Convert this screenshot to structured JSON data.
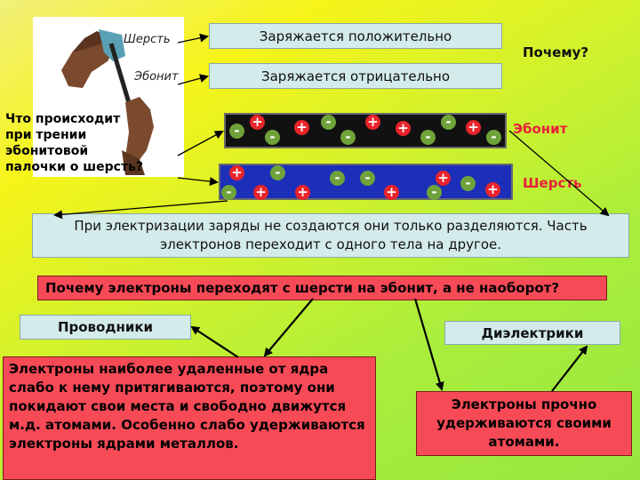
{
  "photo": {
    "wool_label": "Шерсть",
    "ebonite_label": "Эбонит"
  },
  "top": {
    "positive": "Заряжается положительно",
    "negative": "Заряжается отрицательно",
    "why": "Почему?"
  },
  "question_left": "Что происходит при трении эбонитовой палочки о шерсть?",
  "strips": {
    "ebonite_label": "Эбонит",
    "wool_label": "Шерсть",
    "ebonite_charges": [
      "+",
      "-",
      "-",
      "+",
      "-",
      "-",
      "+",
      "+",
      "-",
      "-",
      "+",
      "-",
      "+"
    ],
    "wool_charges": [
      "+",
      "-",
      "-",
      "+",
      "-",
      "+",
      "-",
      "+",
      "-",
      "+",
      "-",
      "+"
    ]
  },
  "explanation": "При электризации заряды не создаются они только разделяются. Часть электронов переходит с одного тела на другое.",
  "question_bar": "Почему электроны переходят с шерсти на эбонит, а не наоборот?",
  "conductors": {
    "label": "Проводники"
  },
  "dielectrics": {
    "label": "Диэлектрики"
  },
  "metal_text": "Электроны наиболее удаленные от ядра слабо к нему притягиваются, поэтому они покидают свои места и свободно движутся м.д. атомами. Особенно слабо удерживаются электроны ядрами металлов.",
  "dielectric_text": "Электроны прочно удерживаются своими атомами.",
  "colors": {
    "plus": "#e8242a",
    "minus": "#6fa23a",
    "ebonite": "#111111",
    "wool": "#1c2fb8",
    "accent_red": "#f74a57"
  }
}
